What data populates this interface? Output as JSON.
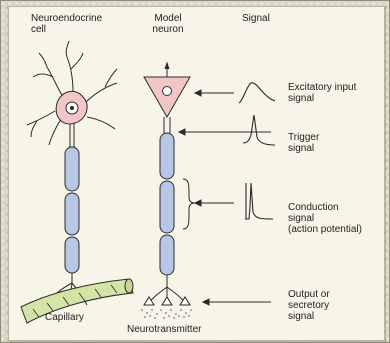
{
  "labels": {
    "neuroendocrine_cell": [
      "Neuroendocrine",
      "cell"
    ],
    "model_neuron": [
      "Model",
      "neuron"
    ],
    "signal_header": "Signal",
    "excitatory": [
      "Excitatory input",
      "signal"
    ],
    "trigger": [
      "Trigger",
      "signal"
    ],
    "conduction": [
      "Conduction",
      "signal",
      "(action potential)"
    ],
    "output": [
      "Output or",
      "secretory",
      "signal"
    ],
    "capillary": "Capillary",
    "neurotransmitter": "Neurotransmitter"
  },
  "colors": {
    "background": "#d9d8c6",
    "panel": "#f7f5e8",
    "soma_fill": "#f2c6c6",
    "myelin_fill": "#b9c7e6",
    "capillary_fill": "#d6e3a6",
    "line": "#2a2a2a"
  }
}
